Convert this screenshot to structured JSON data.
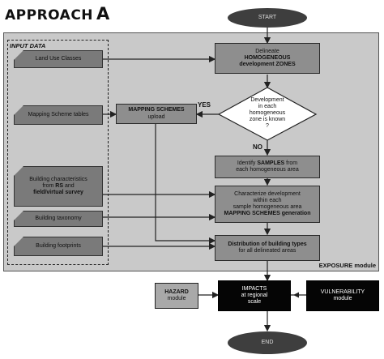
{
  "title": {
    "prefix": "APPROACH",
    "letter": "A"
  },
  "labels": {
    "input_data": "INPUT DATA",
    "exposure_module": "EXPOSURE module",
    "yes": "YES",
    "no": "NO"
  },
  "nodes": {
    "start": "START",
    "delineate": {
      "l1": "Delineate",
      "l2": "HOMOGENEOUS",
      "l3": "development ZONES"
    },
    "decision": {
      "l1": "Development",
      "l2": "in each",
      "l3": "homogeneous",
      "l4": "zone is known",
      "l5": "?"
    },
    "mapping_upload": {
      "l1": "MAPPING SCHEMES",
      "l2": "upload"
    },
    "samples": {
      "l1a": "Identify ",
      "l1b": "SAMPLES",
      "l1c": " from",
      "l2": "each homogeneous area"
    },
    "characterize": {
      "l1": "Characterize  development",
      "l2": "within each",
      "l3": "sample homogeneous area",
      "l4": "MAPPING SCHEMES generation"
    },
    "distribution": {
      "l1": "Distribution of building types",
      "l2": "for all delineated areas"
    },
    "hazard": {
      "l1": "HAZARD",
      "l2": "module"
    },
    "impacts": {
      "l1": "IMPACTS",
      "l2": "at regional",
      "l3": "scale"
    },
    "vulnerability": {
      "l1": "VULNERABILITY",
      "l2": "module"
    },
    "end": "END"
  },
  "inputs": {
    "land_use": "Land Use Classes",
    "mapping_tables": "Mapping Scheme tables",
    "building_char": {
      "l1": "Building characteristics",
      "l2a": "from ",
      "l2b": "RS",
      "l2c": " and",
      "l3": "field/virtual survey"
    },
    "taxonomy": "Building taxonomy",
    "footprints": "Building footprints"
  }
}
